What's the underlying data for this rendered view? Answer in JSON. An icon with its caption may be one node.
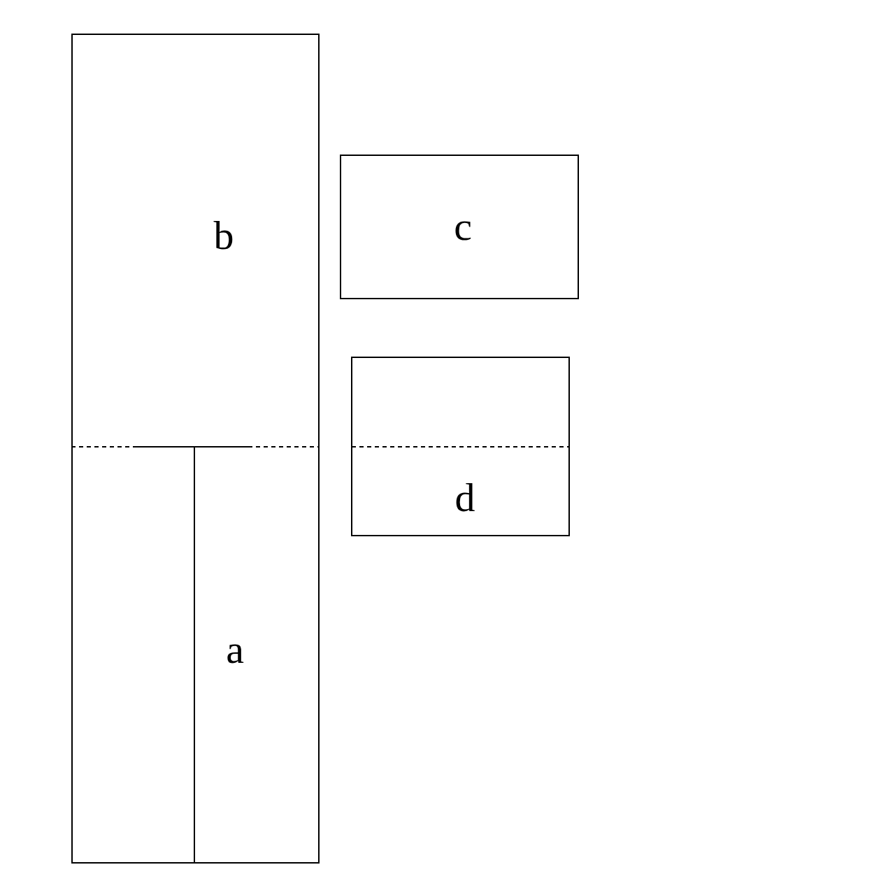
{
  "diagram": {
    "nodes": [
      {
        "text": [
          "b"
        ]
      },
      {
        "text": [
          "c"
        ]
      },
      {
        "text": [
          "d"
        ]
      },
      {
        "text": [],
        "shape": "box"
      },
      {
        "text": [
          "a"
        ]
      }
    ]
  }
}
